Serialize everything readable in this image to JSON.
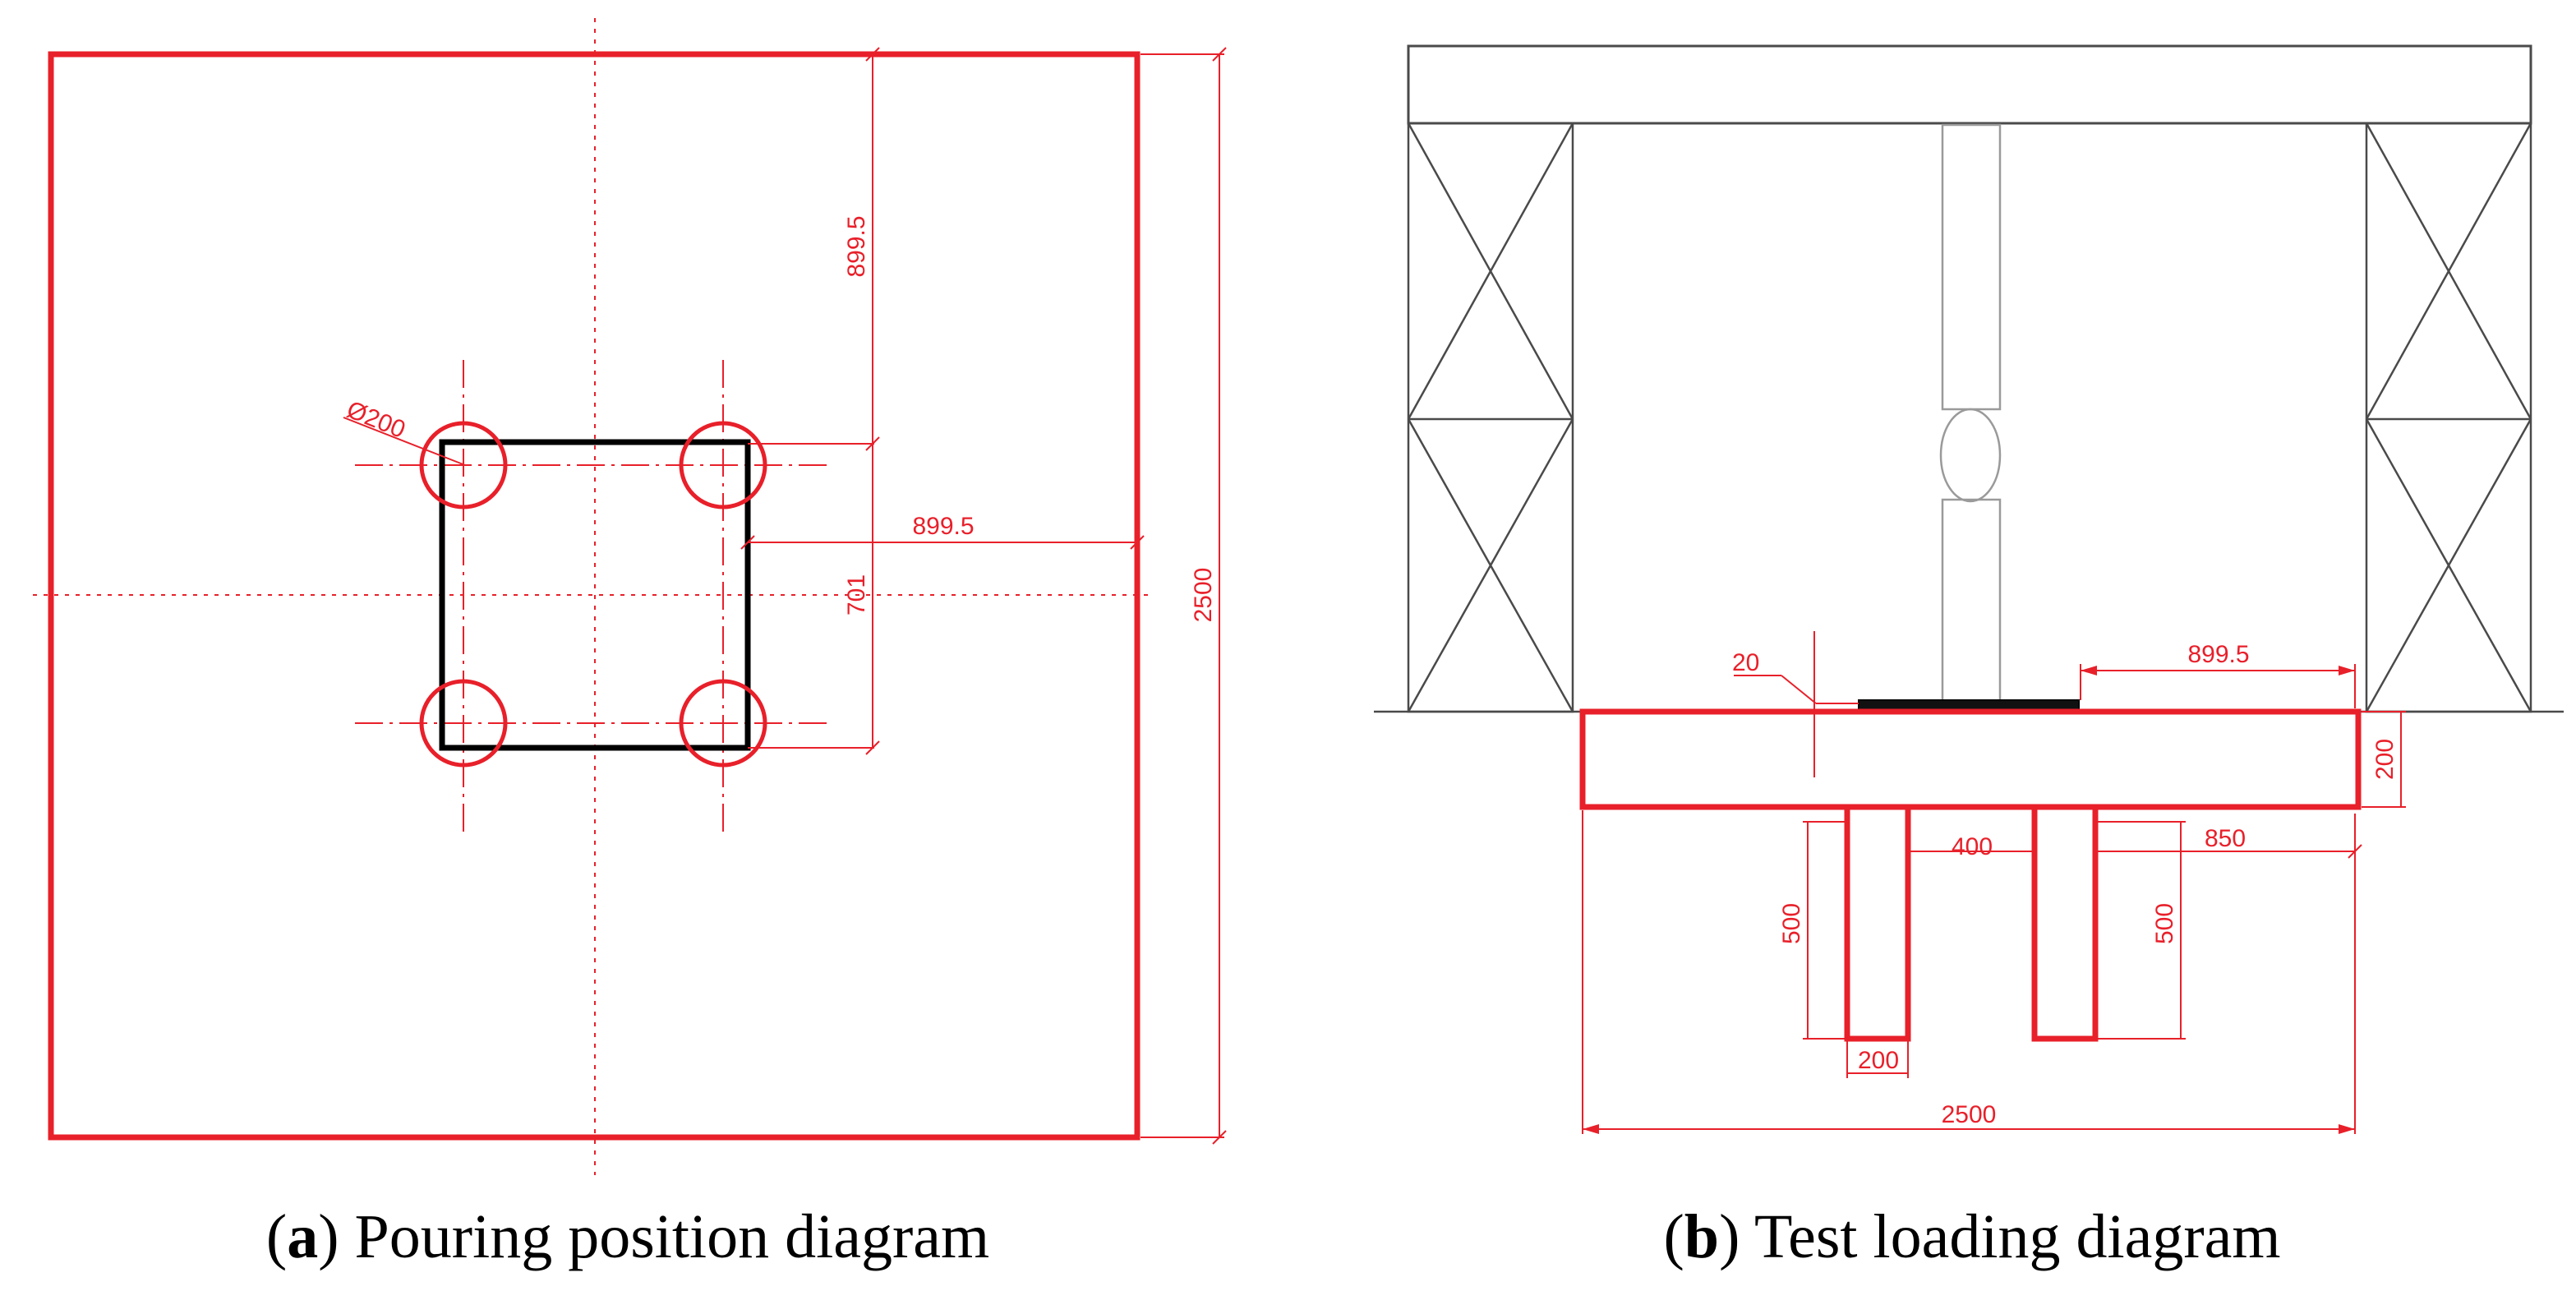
{
  "colors": {
    "red": "#e8202a",
    "black": "#000000",
    "gray": "#4a4a4a",
    "light_gray": "#9a9a9a"
  },
  "panel_a": {
    "dim_top": "899.5",
    "dim_right": "899.5",
    "dim_middle": "701",
    "dim_overall": "2500",
    "hole_diameter": "Ø200",
    "caption_open": "(",
    "caption_letter": "a",
    "caption_rest": ") Pouring position diagram"
  },
  "panel_b": {
    "dim_gap": "20",
    "dim_right": "899.5",
    "dim_slab_thickness": "200",
    "dim_pier_spacing": "400",
    "dim_right_edge": "850",
    "dim_pier_height_left": "500",
    "dim_pier_height_right": "500",
    "dim_pier_width": "200",
    "dim_total_width": "2500",
    "caption_open": "(",
    "caption_letter": "b",
    "caption_rest": ") Test loading diagram"
  }
}
